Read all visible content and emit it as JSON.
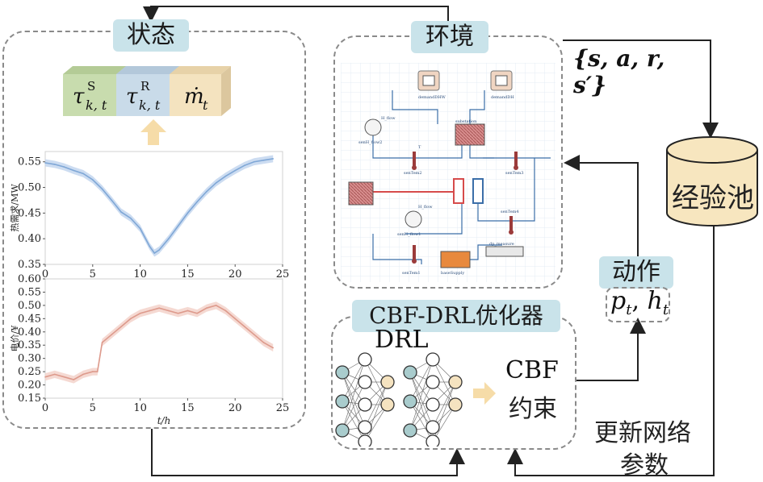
{
  "state": {
    "title": "状态",
    "feature_cubes": [
      {
        "symbol": "τ",
        "sup": "S",
        "sub": "k, t",
        "color": "#c8dcae"
      },
      {
        "symbol": "τ",
        "sup": "R",
        "sub": "k, t",
        "color": "#c9dbe9"
      },
      {
        "symbol": "ṁ",
        "sup": "",
        "sub": "t",
        "color": "#f4e3bf"
      }
    ]
  },
  "environment": {
    "title": "环境",
    "schematic_labels": [
      "demandDHW",
      "demandDH",
      "substation",
      "senH_flow2",
      "senTem2",
      "senTem3",
      "senH_flow1",
      "senTem4",
      "senTem1",
      "baseSupply",
      "dp_measure",
      "H_flow",
      "T"
    ]
  },
  "transition_label": "{s, a, r, s′}",
  "experience_pool": {
    "label": "经验池"
  },
  "action": {
    "title": "动作",
    "vars": "p",
    "vars_sub": "t",
    "vars2": "h",
    "vars2_sub": "t"
  },
  "optimizer": {
    "title": "CBF-DRL优化器",
    "drl_label": "DRL",
    "cbf_label_1": "CBF",
    "cbf_label_2": "约束"
  },
  "update_label": {
    "line1": "更新网络",
    "line2": "参数"
  },
  "colors": {
    "tag_bg": "#c9e3ea",
    "line_blue": "#7fa7d6",
    "band_blue": "#c3d6ee",
    "line_red": "#dd9a8c",
    "band_red": "#f3d2ca"
  },
  "chart_data": [
    {
      "type": "line",
      "ylabel": "热需求/MW",
      "xlim": [
        0,
        25
      ],
      "ylim": [
        0.35,
        0.57
      ],
      "xticks": [
        0,
        5,
        10,
        15,
        20,
        25
      ],
      "yticks": [
        0.35,
        0.4,
        0.45,
        0.5,
        0.55
      ],
      "x": [
        0,
        1,
        2,
        3,
        4,
        5,
        6,
        7,
        8,
        9,
        10,
        11,
        11.5,
        12,
        13,
        14,
        15,
        16,
        17,
        18,
        19,
        20,
        21,
        22,
        23,
        24
      ],
      "values": [
        0.548,
        0.545,
        0.54,
        0.533,
        0.527,
        0.515,
        0.497,
        0.475,
        0.452,
        0.44,
        0.42,
        0.385,
        0.372,
        0.378,
        0.4,
        0.425,
        0.45,
        0.472,
        0.492,
        0.509,
        0.522,
        0.533,
        0.543,
        0.55,
        0.553,
        0.556
      ]
    },
    {
      "type": "line",
      "xlabel": "t/h",
      "ylabel": "电价/¥",
      "xlim": [
        0,
        25
      ],
      "ylim": [
        0.15,
        0.6
      ],
      "xticks": [
        0,
        5,
        10,
        15,
        20,
        25
      ],
      "yticks": [
        0.15,
        0.2,
        0.25,
        0.3,
        0.35,
        0.4,
        0.45,
        0.5,
        0.55,
        0.6
      ],
      "x": [
        0,
        1,
        2,
        3,
        4,
        5,
        5.5,
        6,
        7,
        8,
        9,
        10,
        11,
        12,
        13,
        14,
        15,
        16,
        17,
        18,
        19,
        20,
        21,
        22,
        23,
        24
      ],
      "values": [
        0.23,
        0.24,
        0.23,
        0.22,
        0.24,
        0.25,
        0.25,
        0.36,
        0.39,
        0.42,
        0.45,
        0.47,
        0.48,
        0.49,
        0.48,
        0.47,
        0.48,
        0.47,
        0.49,
        0.5,
        0.48,
        0.45,
        0.42,
        0.39,
        0.36,
        0.34
      ]
    }
  ]
}
